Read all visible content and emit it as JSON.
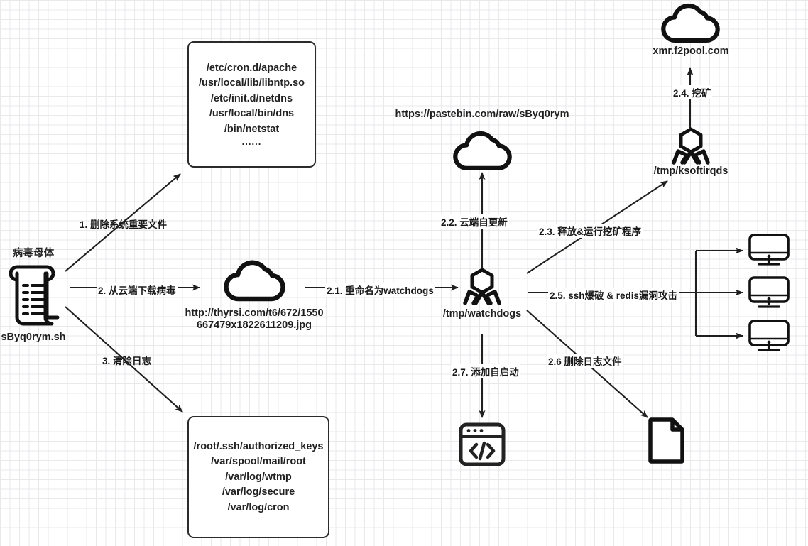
{
  "diagram": {
    "title": "watchdogs mining malware infection flow",
    "background": {
      "color": "#ffffff",
      "grid_minor": "#e9e9ec",
      "grid_major": "#d6d6da"
    },
    "stroke_color": "#1f1f1f",
    "text_color": "#1a1a1a"
  },
  "nodes": {
    "dropper": {
      "caption_top": "病毒母体",
      "caption_bottom": "sByq0rym.sh",
      "icon": "scroll-script-icon"
    },
    "system_files_box": {
      "icon": "file-list-box",
      "items": [
        "/etc/cron.d/apache",
        "/usr/local/lib/libntp.so",
        "/etc/init.d/netdns",
        "/usr/local/bin/dns",
        "/bin/netstat",
        "......"
      ]
    },
    "log_files_box": {
      "icon": "file-list-box",
      "items": [
        "/root/.ssh/authorized_keys",
        "/var/spool/mail/root",
        "/var/log/wtmp",
        "/var/log/secure",
        "/var/log/cron"
      ]
    },
    "payload_cloud": {
      "icon": "cloud-icon",
      "caption_line1": "http://thyrsi.com/t6/672/1550",
      "caption_line2": "667479x1822611209.jpg"
    },
    "pastebin_cloud": {
      "icon": "cloud-icon",
      "caption_top": "https://pastebin.com/raw/sByq0rym"
    },
    "watchdogs": {
      "icon": "virus-phage-icon",
      "caption_bottom": "/tmp/watchdogs"
    },
    "ksoftirqds": {
      "icon": "virus-phage-icon",
      "caption_bottom": "/tmp/ksoftirqds"
    },
    "pool_cloud": {
      "icon": "cloud-icon",
      "caption_bottom": "xmr.f2pool.com"
    },
    "autostart_script": {
      "icon": "code-window-icon"
    },
    "deleted_file": {
      "icon": "document-file-icon"
    },
    "victim_hosts": {
      "icon": "monitor-icon",
      "count": 3
    }
  },
  "edges": [
    {
      "id": "e1",
      "label": "1. 删除系统重要文件",
      "from": "dropper",
      "to": "system_files_box"
    },
    {
      "id": "e2",
      "label": "2. 从云端下载病毒",
      "from": "dropper",
      "to": "payload_cloud"
    },
    {
      "id": "e3",
      "label": "3. 清除日志",
      "from": "dropper",
      "to": "log_files_box"
    },
    {
      "id": "e2_1",
      "label": "2.1. 重命名为watchdogs",
      "from": "payload_cloud",
      "to": "watchdogs"
    },
    {
      "id": "e2_2",
      "label": "2.2. 云端自更新",
      "from": "watchdogs",
      "to": "pastebin_cloud"
    },
    {
      "id": "e2_3",
      "label": "2.3. 释放&运行挖矿程序",
      "from": "watchdogs",
      "to": "ksoftirqds"
    },
    {
      "id": "e2_4",
      "label": "2.4. 挖矿",
      "from": "ksoftirqds",
      "to": "pool_cloud"
    },
    {
      "id": "e2_5",
      "label": "2.5. ssh爆破 & redis漏洞攻击",
      "from": "watchdogs",
      "to": "victim_hosts"
    },
    {
      "id": "e2_6",
      "label": "2.6 删除日志文件",
      "from": "watchdogs",
      "to": "deleted_file"
    },
    {
      "id": "e2_7",
      "label": "2.7. 添加自启动",
      "from": "watchdogs",
      "to": "autostart_script"
    }
  ]
}
